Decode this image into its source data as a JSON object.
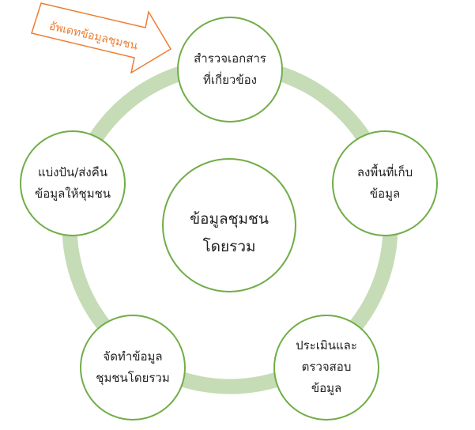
{
  "colors": {
    "ring": "#c5dcb6",
    "node_stroke": "#70ad47",
    "node_fill": "#ffffff",
    "arrow_stroke": "#ed7d31",
    "arrow_text": "#ed7d31",
    "text": "#222222"
  },
  "arrow": {
    "label": "อัพเดทข้อมูลชุมชน"
  },
  "center": {
    "line1": "ข้อมูลชุมชน",
    "line2": "โดยรวม"
  },
  "nodes": [
    {
      "line1": "สำรวจเอกสาร",
      "line2": "ที่เกี่ยวข้อง",
      "line3": ""
    },
    {
      "line1": "ลงพื้นที่เก็บ",
      "line2": "ข้อมูล",
      "line3": ""
    },
    {
      "line1": "ประเมินและ",
      "line2": "ตรวจสอบ",
      "line3": "ข้อมูล"
    },
    {
      "line1": "จัดทำข้อมูล",
      "line2": "ชุมชนโดยรวม",
      "line3": ""
    },
    {
      "line1": "แบ่งปัน/ส่งคืน",
      "line2": "ข้อมูลให้ชุมชน",
      "line3": ""
    }
  ]
}
